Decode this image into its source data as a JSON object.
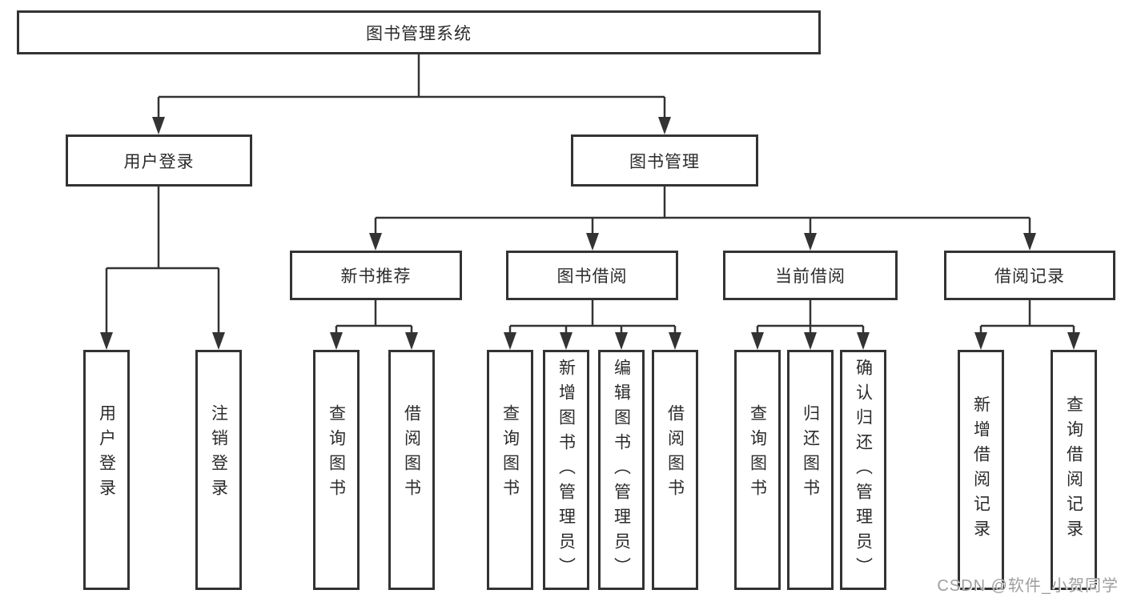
{
  "tree": {
    "root": {
      "label": "图书管理系统"
    },
    "user_login": {
      "label": "用户登录",
      "children": [
        {
          "label": "用户登录"
        },
        {
          "label": "注销登录"
        }
      ]
    },
    "book_mgmt": {
      "label": "图书管理"
    },
    "new_books": {
      "label": "新书推荐",
      "children": [
        {
          "label": "查询图书"
        },
        {
          "label": "借阅图书"
        }
      ]
    },
    "book_borrow": {
      "label": "图书借阅",
      "children": [
        {
          "label": "查询图书"
        },
        {
          "label": "新增图书（管理员）"
        },
        {
          "label": "编辑图书（管理员）"
        },
        {
          "label": "借阅图书"
        }
      ]
    },
    "current_borrow": {
      "label": "当前借阅",
      "children": [
        {
          "label": "查询图书"
        },
        {
          "label": "归还图书"
        },
        {
          "label": "确认归还（管理员）"
        }
      ]
    },
    "borrow_records": {
      "label": "借阅记录",
      "children": [
        {
          "label": "新增借阅记录"
        },
        {
          "label": "查询借阅记录"
        }
      ]
    }
  },
  "watermark": "CSDN @软件_小贺同学",
  "colors": {
    "line": "#333333",
    "text": "#2b2b2b",
    "watermark": "#9e9e9e",
    "background": "#ffffff"
  }
}
